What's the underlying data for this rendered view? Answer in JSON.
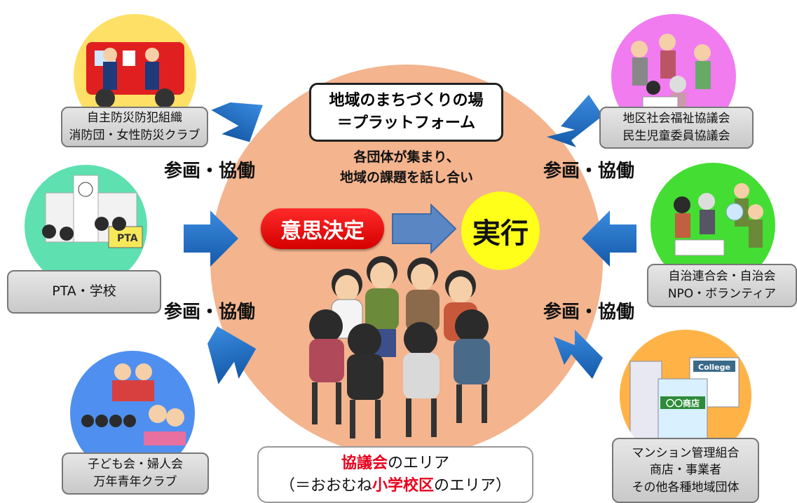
{
  "platform": {
    "title_line1": "地域のまちづくりの場",
    "title_line2": "＝プラットフォーム",
    "desc_line1": "各団体が集まり、",
    "desc_line2": "地域の課題を話し合い",
    "decision": "意思決定",
    "execution": "実行"
  },
  "cooperation_label": "参画・協働",
  "groups": {
    "disaster": {
      "line1": "自主防災防犯組織",
      "line2": "消防団・女性防災クラブ"
    },
    "pta": {
      "line1": "PTA・学校"
    },
    "children": {
      "line1": "子ども会・婦人会",
      "line2": "万年青年クラブ"
    },
    "welfare": {
      "line1": "地区社会福祉協議会",
      "line2": "民生児童委員協議会"
    },
    "residents": {
      "line1": "自治連合会・自治会",
      "line2": "NPO・ボランティア"
    },
    "business": {
      "line1": "マンション管理組合",
      "line2": "商店・事業者",
      "line3": "その他各種地域団体"
    }
  },
  "area": {
    "line1_red": "協議会",
    "line1_rest": "のエリア",
    "line2_pre": "（＝おおむね",
    "line2_red": "小学校区",
    "line2_post": "のエリア）"
  },
  "illustration_text": {
    "pta_sign": "PTA",
    "college_sign": "College",
    "shop_sign": "〇〇商店"
  },
  "colors": {
    "platform_circle": "#f3b48e",
    "arrow_blue": "#1f6fc4",
    "disaster_circle": "#ffe066",
    "pta_circle": "#5ee0b0",
    "children_circle": "#4f8ff0",
    "welfare_circle": "#f07cf0",
    "residents_circle": "#44dd33",
    "business_circle": "#ffb347",
    "decision_red": "#e8001c",
    "execution_yellow": "#ffff1a"
  }
}
